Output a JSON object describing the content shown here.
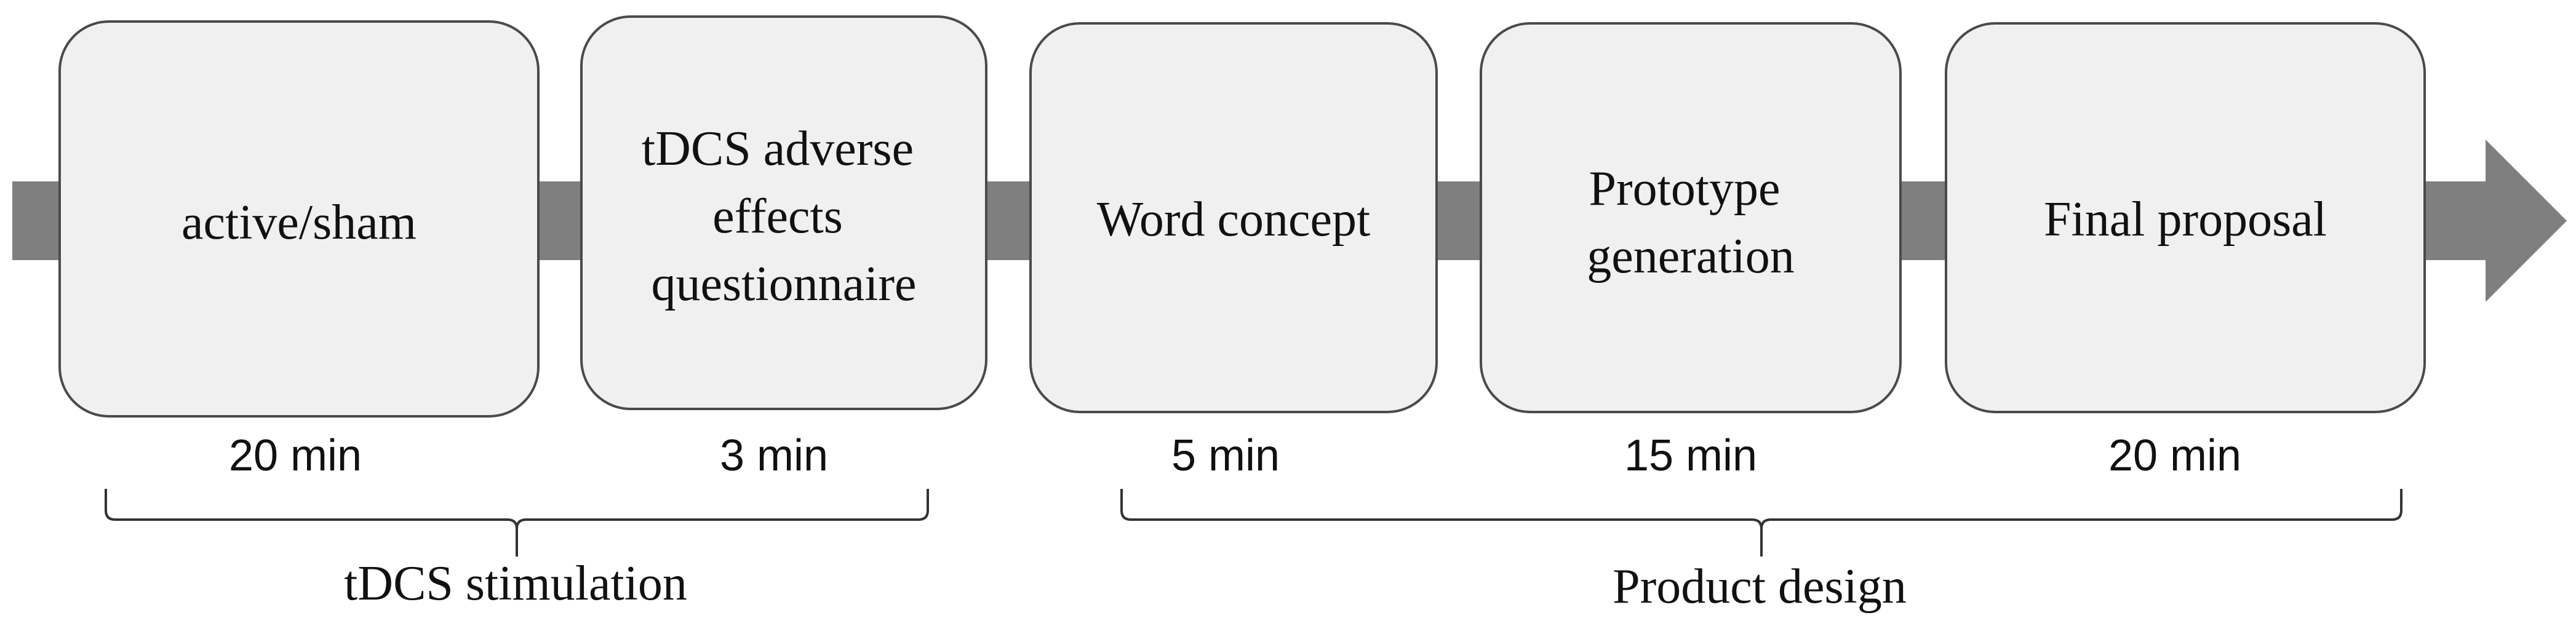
{
  "colors": {
    "arrow": "#7f7f7f",
    "box_fill": "#f0f0f0",
    "box_stroke": "#4a4a4a",
    "text": "#111111",
    "bracket": "#333333"
  },
  "steps": [
    {
      "lines": [
        "active/sham"
      ],
      "duration": "20 min"
    },
    {
      "lines": [
        "tDCS adverse",
        "effects",
        "questionnaire"
      ],
      "duration": "3 min"
    },
    {
      "lines": [
        "Word concept"
      ],
      "duration": "5 min"
    },
    {
      "lines": [
        "Prototype",
        "generation"
      ],
      "duration": "15 min"
    },
    {
      "lines": [
        "Final proposal"
      ],
      "duration": "20 min"
    }
  ],
  "groups": [
    {
      "label": "tDCS stimulation"
    },
    {
      "label": "Product design"
    }
  ]
}
